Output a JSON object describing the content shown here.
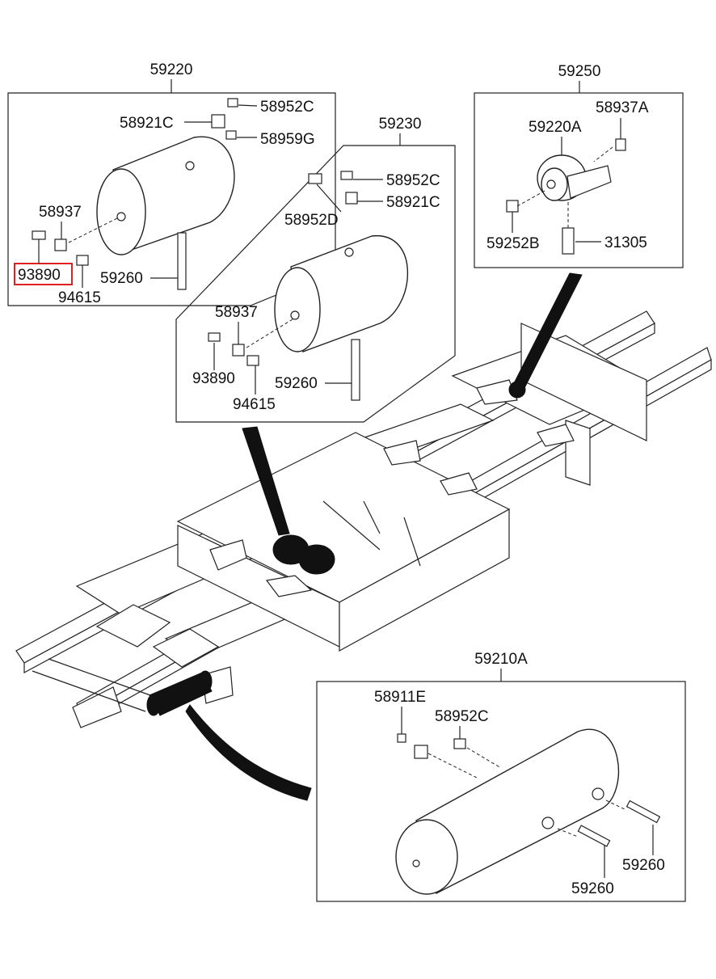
{
  "groups": {
    "g59220": {
      "group_label": "59220",
      "parts": [
        "58952C",
        "58921C",
        "58959G",
        "58937",
        "93890",
        "59260",
        "94615"
      ]
    },
    "g59230": {
      "group_label": "59230",
      "parts": [
        "58952C",
        "58921C",
        "58952D",
        "58937",
        "93890",
        "59260",
        "94615"
      ]
    },
    "g59250": {
      "group_label": "59250",
      "parts": [
        "58937A",
        "59220A",
        "59252B",
        "31305"
      ]
    },
    "g59210A": {
      "group_label": "59210A",
      "parts": [
        "58911E",
        "58952C",
        "59260",
        "59260"
      ]
    }
  },
  "highlighted_part": "93890",
  "colors": {
    "highlight": "#e02020",
    "line": "#222222",
    "background": "#ffffff"
  }
}
